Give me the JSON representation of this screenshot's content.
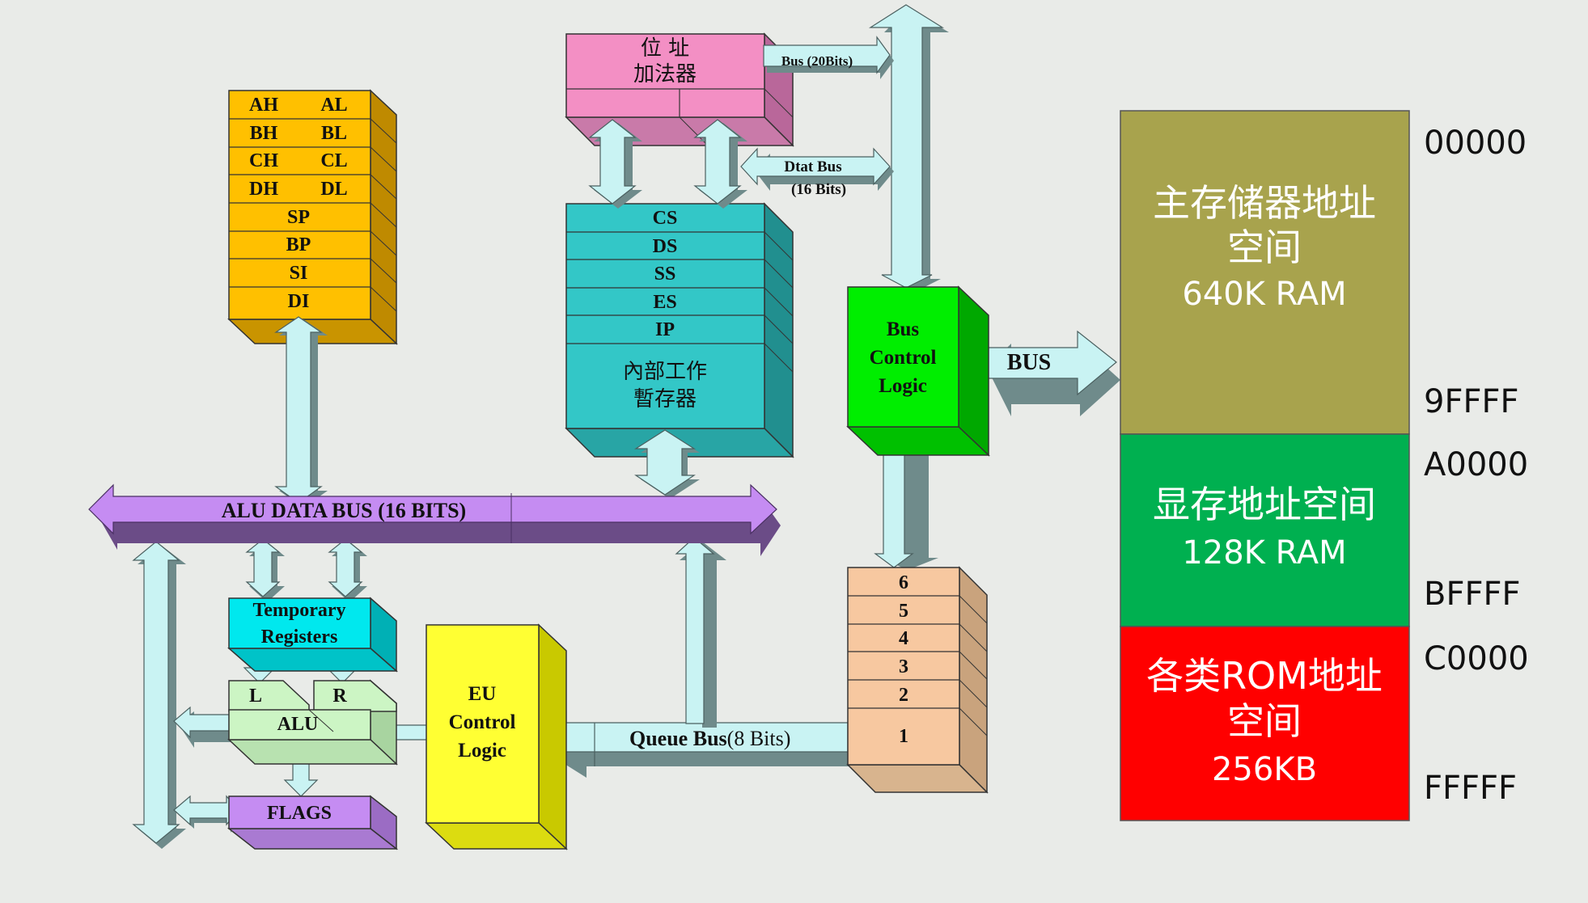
{
  "registers": [
    "AH",
    "AL",
    "BH",
    "BL",
    "CH",
    "CL",
    "DH",
    "DL",
    "SP",
    "BP",
    "SI",
    "DI"
  ],
  "address_adder": {
    "line1": "位 址",
    "line2": "加法器"
  },
  "segment_registers": [
    "CS",
    "DS",
    "SS",
    "ES",
    "IP"
  ],
  "internal_regs": {
    "line1": "內部工作",
    "line2": "暫存器"
  },
  "bus_20": "Bus (20Bits)",
  "data_bus": {
    "line1": "Dtat Bus",
    "line2": "(16 Bits)"
  },
  "bus_control": [
    "Bus",
    "Control",
    "Logic"
  ],
  "bus_label": "BUS",
  "alu_data_bus": "ALU DATA BUS (16 BITS)",
  "temporary_registers": [
    "Temporary",
    "Registers"
  ],
  "alu_l": "L",
  "alu_r": "R",
  "alu": "ALU",
  "flags": "FLAGS",
  "eu_control": [
    "EU",
    "Control",
    "Logic"
  ],
  "queue_bus": {
    "bold": "Queue  Bus",
    "normal": "(8 Bits)"
  },
  "queue": [
    "6",
    "5",
    "4",
    "3",
    "2",
    "1"
  ],
  "memory_map": {
    "regions": [
      {
        "lines": [
          "主存储器地址",
          "空间",
          "640K RAM"
        ],
        "color": "#a8a34d"
      },
      {
        "lines": [
          "显存地址空间",
          "128K RAM"
        ],
        "color": "#00b050"
      },
      {
        "lines": [
          "各类ROM地址",
          "空间",
          "256KB"
        ],
        "color": "#ff0000"
      }
    ],
    "addresses": [
      "00000",
      "9FFFF",
      "A0000",
      "BFFFF",
      "C0000",
      "FFFFF"
    ]
  },
  "colors": {
    "registers": "#ffc000",
    "adder": "#f38fc4",
    "segment": "#33c7c7",
    "bus_control": "#00ee00",
    "alu_bus": "#c58cf2",
    "temp": "#00e8ee",
    "alu": "#ccf5c4",
    "flags": "#c58cf2",
    "eu": "#ffff33",
    "queue": "#f7c8a0",
    "arrow": "#c9f3f3",
    "arrow_shadow": "#6f8b8b"
  }
}
